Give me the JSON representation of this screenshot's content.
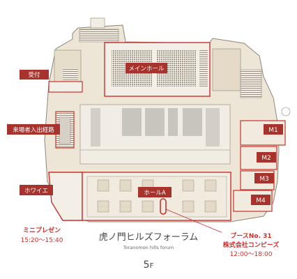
{
  "colors": {
    "accent": "#c8322c",
    "label_bg": "#a8322c",
    "floor": "#ebe3d3",
    "line": "#9a8f80",
    "text_dark": "#4a4541"
  },
  "areas": {
    "main_hall": "メインホール",
    "reception": "受付",
    "entry_route": "来場者入出経路",
    "foyer": "ホワイエ",
    "hall_a": "ホールA",
    "m1": "M1",
    "m2": "M2",
    "m3": "M3",
    "m4": "M4"
  },
  "mini_presentation": {
    "title": "ミニプレゼン",
    "time": "15:20～15:40"
  },
  "booth": {
    "number": "ブースNo. 31",
    "company": "株式会社コンピーズ",
    "time": "12:00～18:00"
  },
  "venue": {
    "name_ja": "虎ノ門ヒルズフォーラム",
    "name_en": "Toranomon hills forum"
  },
  "floor": {
    "number": "5",
    "unit": "F"
  }
}
